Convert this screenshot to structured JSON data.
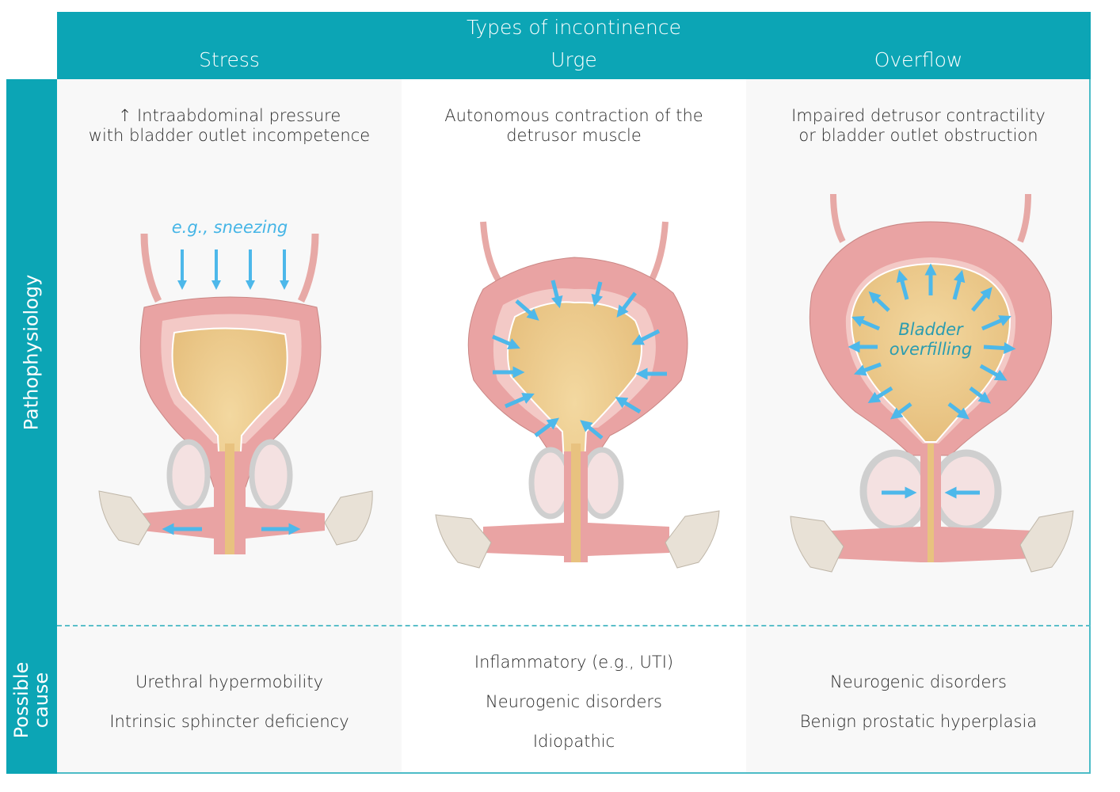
{
  "header": {
    "title": "Types of incontinence",
    "columns": [
      "Stress",
      "Urge",
      "Overflow"
    ]
  },
  "rows": {
    "pathophysiology_label": "Pathophysiology",
    "cause_label_line1": "Possible",
    "cause_label_line2": "cause"
  },
  "pathophysiology": [
    {
      "line1": "↑ Intraabdominal pressure",
      "line2": "with bladder outlet incompetence",
      "annotation": "e.g., sneezing"
    },
    {
      "line1": "Autonomous contraction of the",
      "line2": "detrusor muscle"
    },
    {
      "line1": "Impaired detrusor contractility",
      "line2": "or bladder outlet obstruction",
      "annotation_line1": "Bladder",
      "annotation_line2": "overfilling"
    }
  ],
  "causes": [
    [
      "Urethral hypermobility",
      "Intrinsic sphincter deficiency"
    ],
    [
      "Inflammatory (e.g., UTI)",
      "Neurogenic disorders",
      "Idiopathic"
    ],
    [
      "Neurogenic disorders",
      "Benign prostatic hyperplasia"
    ]
  ],
  "colors": {
    "teal": "#0ca5b5",
    "arrow_blue": "#4db8ea",
    "bladder_wall": "#e9a3a3",
    "urine": "#eccb8e",
    "bone": "#e8e1d6"
  }
}
